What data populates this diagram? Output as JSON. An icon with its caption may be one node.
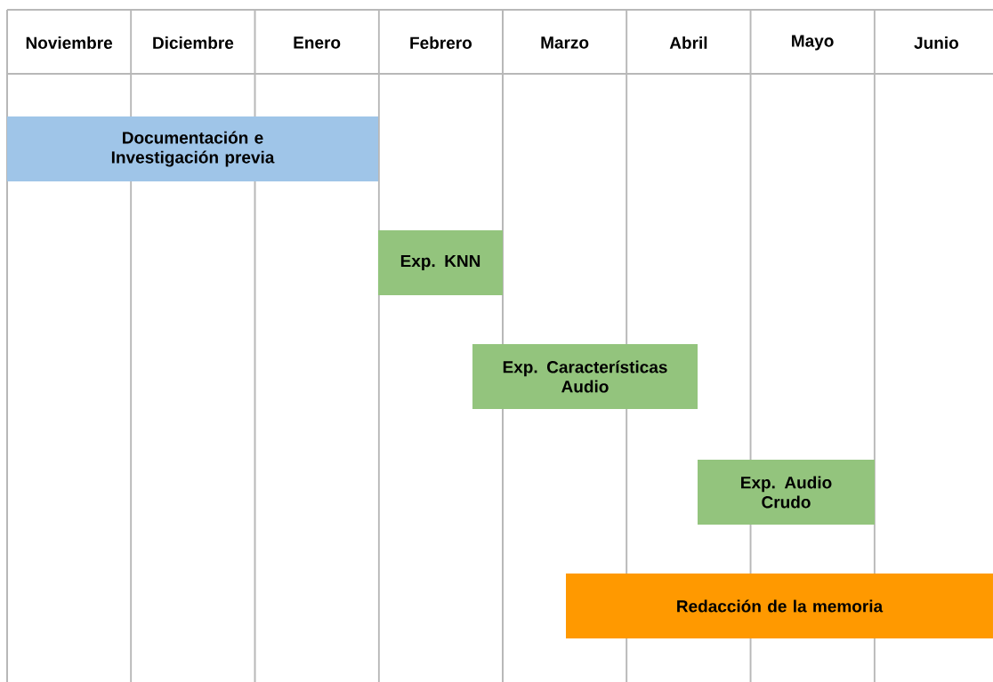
{
  "diagram": {
    "nodes": [
      {
        "text": [
          "Documentación e Investigación previa"
        ]
      },
      {
        "text": [
          "Exp. KNN"
        ]
      },
      {
        "text": [
          "Exp. Características Audio"
        ]
      },
      {
        "text": [
          "Exp. Audio Crudo"
        ]
      },
      {
        "text": [
          "Redacción de la memoria"
        ]
      }
    ],
    "labels": [
      "Noviembre",
      "Diciembre",
      "Enero",
      "Febrero",
      "Marzo",
      "Abril",
      "Mayo",
      "Junio"
    ]
  }
}
